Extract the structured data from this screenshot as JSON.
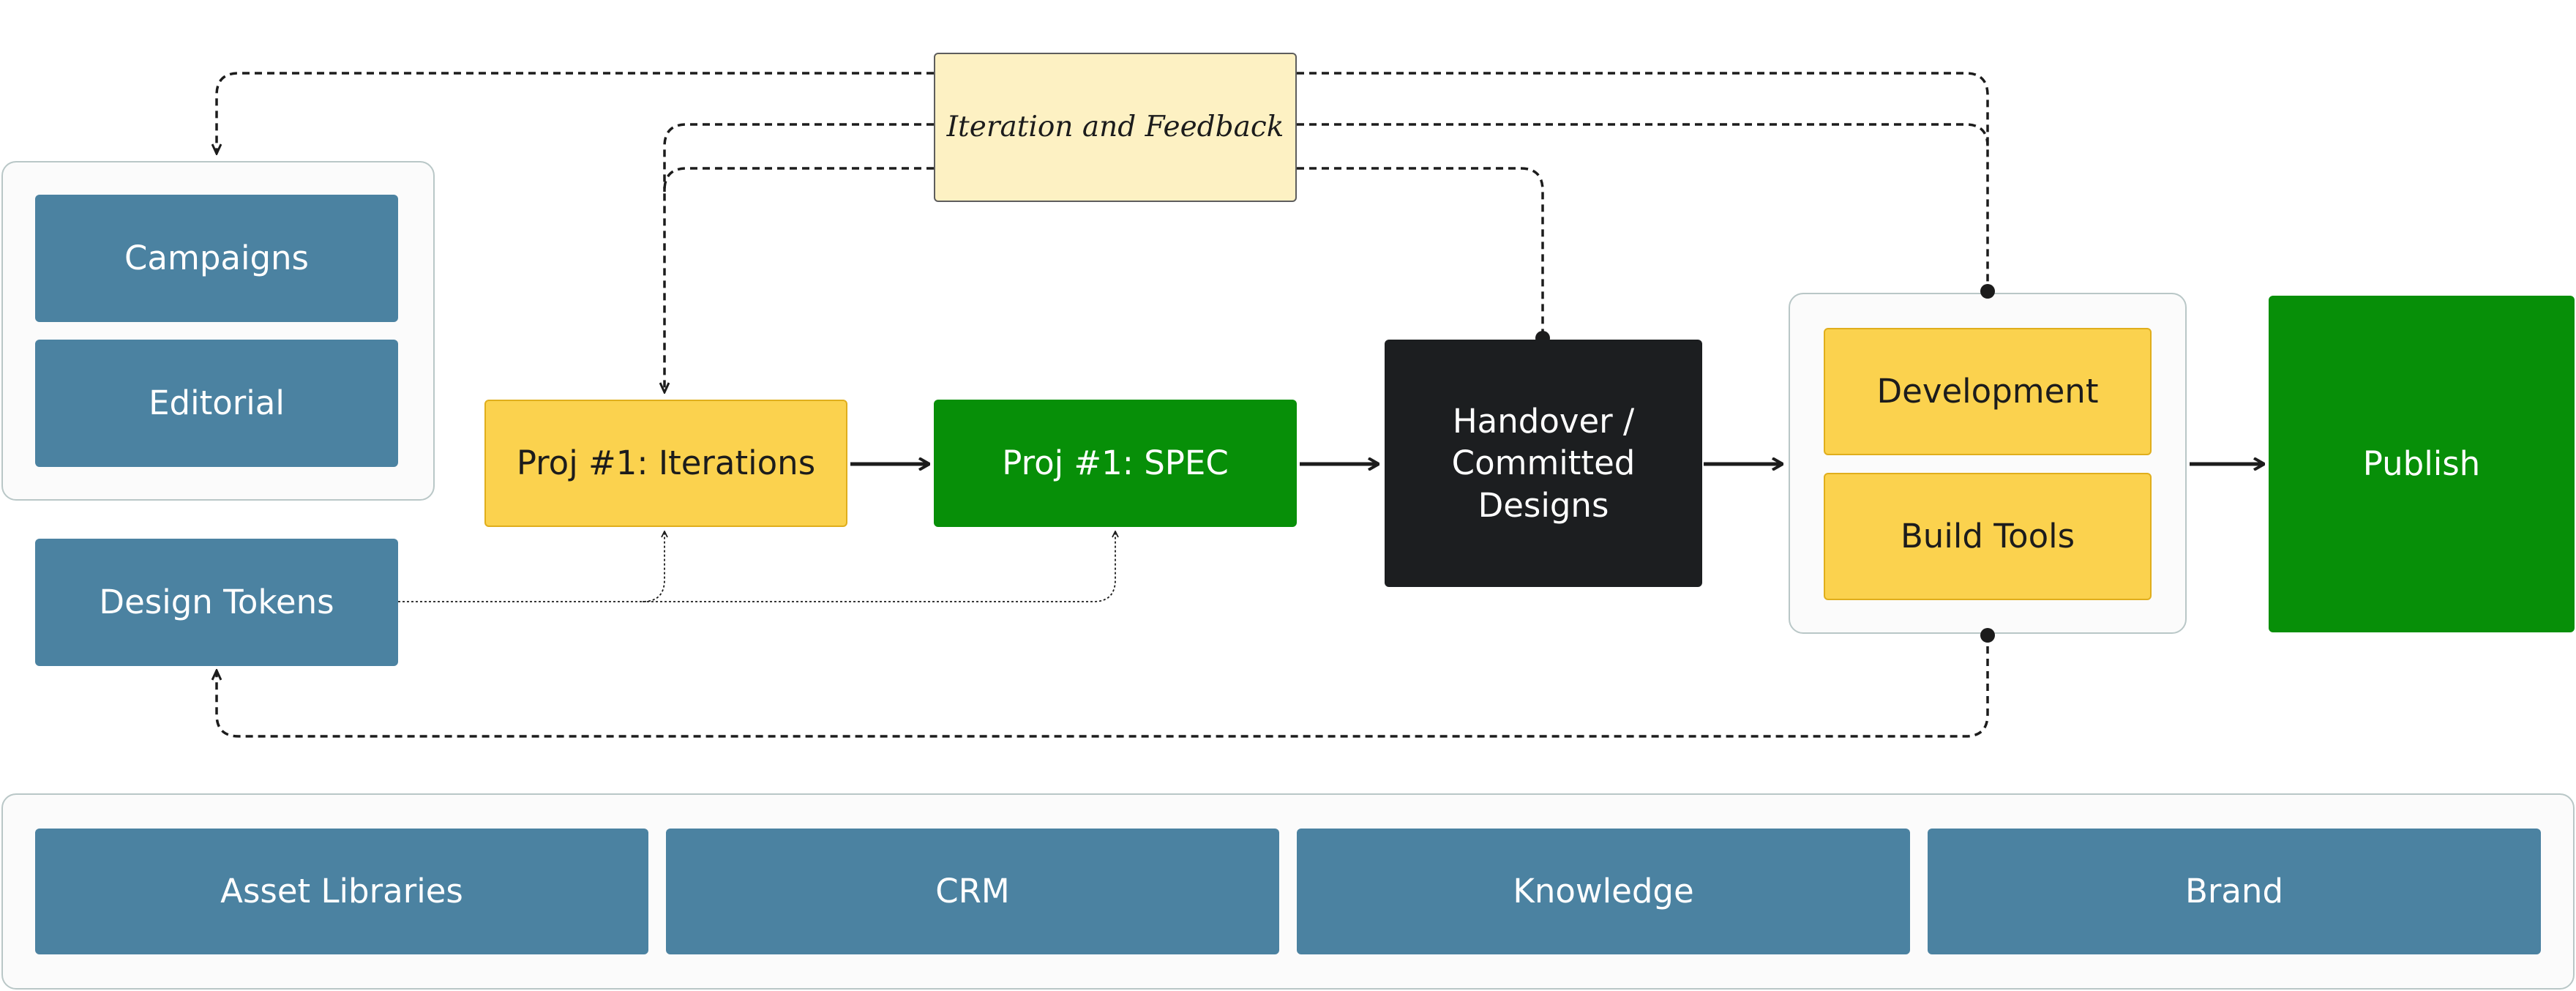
{
  "feedback_note": "Iteration and Feedback",
  "inputs": {
    "campaigns": "Campaigns",
    "editorial": "Editorial",
    "design_tokens": "Design Tokens"
  },
  "flow": {
    "iterations": "Proj #1: Iterations",
    "spec": "Proj #1: SPEC",
    "handover": "Handover / Committed Designs",
    "development": "Development",
    "build_tools": "Build Tools",
    "publish": "Publish"
  },
  "resources": [
    "Asset Libraries",
    "CRM",
    "Knowledge",
    "Brand"
  ],
  "colors": {
    "blue": "#4b82a1",
    "yellow": "#fbd24e",
    "green": "#078f08",
    "dark": "#1c1e20",
    "note": "#fdf1c3"
  }
}
